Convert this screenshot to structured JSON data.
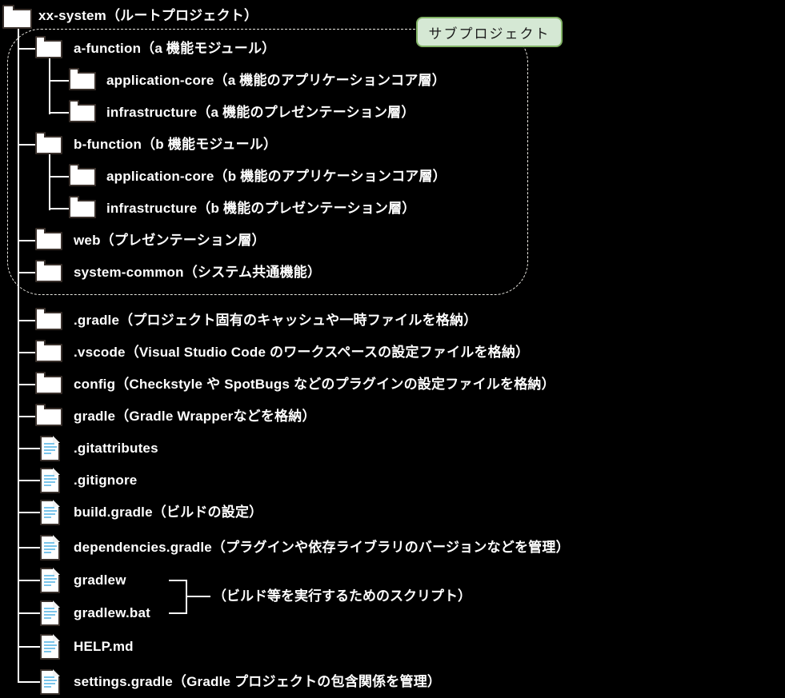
{
  "group": {
    "label": "サブプロジェクト"
  },
  "bracket": {
    "note": "（ビルド等を実行するためのスクリプト）"
  },
  "tree": {
    "rows": [
      {
        "label": "xx-system（ルートプロジェクト）",
        "type": "folder",
        "depth": 0,
        "in_subproject_group": false
      },
      {
        "label": "a-function（a 機能モジュール）",
        "type": "folder",
        "depth": 1,
        "in_subproject_group": true
      },
      {
        "label": "application-core（a 機能のアプリケーションコア層）",
        "type": "folder",
        "depth": 2,
        "in_subproject_group": true
      },
      {
        "label": "infrastructure（a 機能のプレゼンテーション層）",
        "type": "folder",
        "depth": 2,
        "in_subproject_group": true
      },
      {
        "label": "b-function（b 機能モジュール）",
        "type": "folder",
        "depth": 1,
        "in_subproject_group": true
      },
      {
        "label": "application-core（b 機能のアプリケーションコア層）",
        "type": "folder",
        "depth": 2,
        "in_subproject_group": true
      },
      {
        "label": "infrastructure（b 機能のプレゼンテーション層）",
        "type": "folder",
        "depth": 2,
        "in_subproject_group": true
      },
      {
        "label": "web（プレゼンテーション層）",
        "type": "folder",
        "depth": 1,
        "in_subproject_group": true
      },
      {
        "label": "system-common（システム共通機能）",
        "type": "folder",
        "depth": 1,
        "in_subproject_group": true
      },
      {
        "label": ".gradle（プロジェクト固有のキャッシュや一時ファイルを格納）",
        "type": "folder",
        "depth": 1,
        "in_subproject_group": false
      },
      {
        "label": ".vscode（Visual Studio Code のワークスペースの設定ファイルを格納）",
        "type": "folder",
        "depth": 1,
        "in_subproject_group": false
      },
      {
        "label": "config（Checkstyle や SpotBugs などのプラグインの設定ファイルを格納）",
        "type": "folder",
        "depth": 1,
        "in_subproject_group": false
      },
      {
        "label": "gradle（Gradle Wrapperなどを格納）",
        "type": "folder",
        "depth": 1,
        "in_subproject_group": false
      },
      {
        "label": ".gitattributes",
        "type": "file",
        "depth": 1,
        "in_subproject_group": false
      },
      {
        "label": ".gitignore",
        "type": "file",
        "depth": 1,
        "in_subproject_group": false
      },
      {
        "label": "build.gradle（ビルドの設定）",
        "type": "file",
        "depth": 1,
        "in_subproject_group": false
      },
      {
        "label": "dependencies.gradle（プラグインや依存ライブラリのバージョンなどを管理）",
        "type": "file",
        "depth": 1,
        "in_subproject_group": false
      },
      {
        "label": "gradlew",
        "type": "file",
        "depth": 1,
        "in_subproject_group": false,
        "bracketed": true
      },
      {
        "label": "gradlew.bat",
        "type": "file",
        "depth": 1,
        "in_subproject_group": false,
        "bracketed": true
      },
      {
        "label": "HELP.md",
        "type": "file",
        "depth": 1,
        "in_subproject_group": false
      },
      {
        "label": "settings.gradle（Gradle プロジェクトの包含関係を管理）",
        "type": "file",
        "depth": 1,
        "in_subproject_group": false
      }
    ]
  },
  "colors": {
    "background": "#000000",
    "text": "#ffffff",
    "line": "#ffffff",
    "label_fill": "#d5e8d4",
    "label_border": "#82b366",
    "file_lines": "#7ac4ea",
    "icon_outline": "#39302b"
  }
}
